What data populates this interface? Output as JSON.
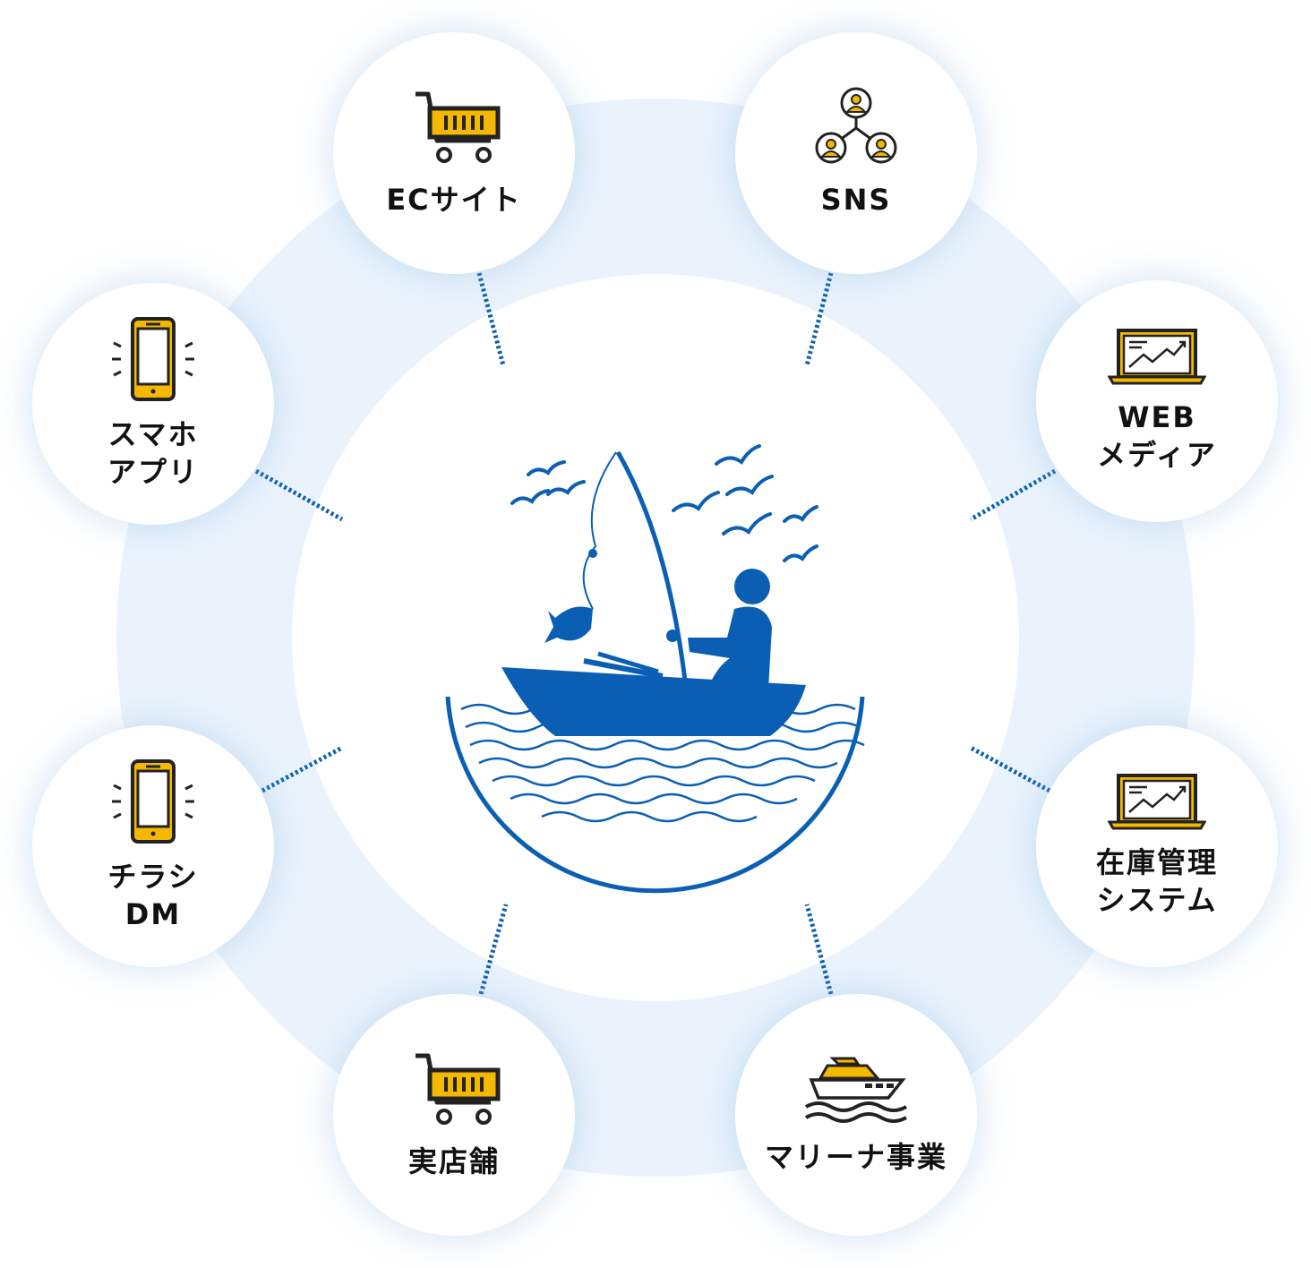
{
  "colors": {
    "ring": "#eaf3fc",
    "accent": "#0a5fb4",
    "icon_yellow": "#f5b800",
    "icon_stroke": "#222222"
  },
  "center": {
    "icon": "fishing-boat-icon"
  },
  "nodes": {
    "ec": {
      "label": "ECサイト",
      "icon": "shopping-cart-icon"
    },
    "sns": {
      "label": "SNS",
      "icon": "network-users-icon"
    },
    "app": {
      "label": "スマホ\nアプリ",
      "icon": "smartphone-icon"
    },
    "web": {
      "label": "WEB\nメディア",
      "icon": "laptop-chart-icon"
    },
    "flyer": {
      "label": "チラシ\nDM",
      "icon": "smartphone-icon"
    },
    "stock": {
      "label": "在庫管理\nシステム",
      "icon": "laptop-chart-icon"
    },
    "store": {
      "label": "実店舗",
      "icon": "shopping-cart-icon"
    },
    "marina": {
      "label": "マリーナ事業",
      "icon": "yacht-icon"
    }
  }
}
